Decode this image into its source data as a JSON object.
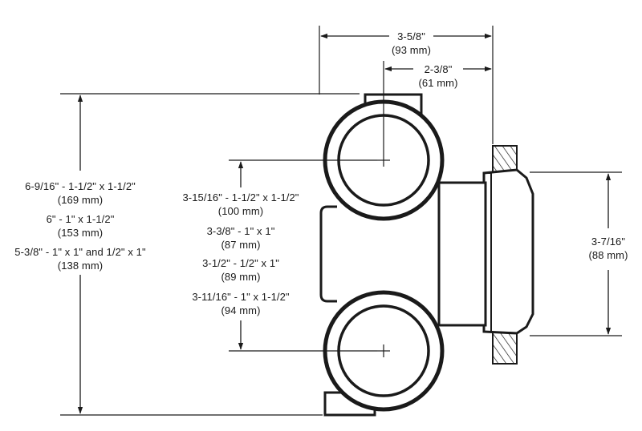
{
  "dimensions": {
    "top_width": {
      "imperial": "3-5/8\"",
      "metric": "(93 mm)"
    },
    "top_offset": {
      "imperial": "2-3/8\"",
      "metric": "(61 mm)"
    },
    "flange_height": {
      "imperial": "3-7/16\"",
      "metric": "(88 mm)"
    },
    "left_overall": [
      {
        "imperial": "6-9/16\" - 1-1/2\" x 1-1/2\"",
        "metric": "(169 mm)"
      },
      {
        "imperial": "6\" - 1\" x 1-1/2\"",
        "metric": "(153 mm)"
      },
      {
        "imperial": "5-3/8\" - 1\" x 1\" and 1/2\" x 1\"",
        "metric": "(138 mm)"
      }
    ],
    "center_to_center": [
      {
        "imperial": "3-15/16\" - 1-1/2\" x 1-1/2\"",
        "metric": "(100 mm)"
      },
      {
        "imperial": "3-3/8\" - 1\" x 1\"",
        "metric": "(87 mm)"
      },
      {
        "imperial": "3-1/2\" - 1/2\" x 1\"",
        "metric": "(89 mm)"
      },
      {
        "imperial": "3-11/16\" - 1\" x 1-1/2\"",
        "metric": "(94 mm)"
      }
    ]
  }
}
